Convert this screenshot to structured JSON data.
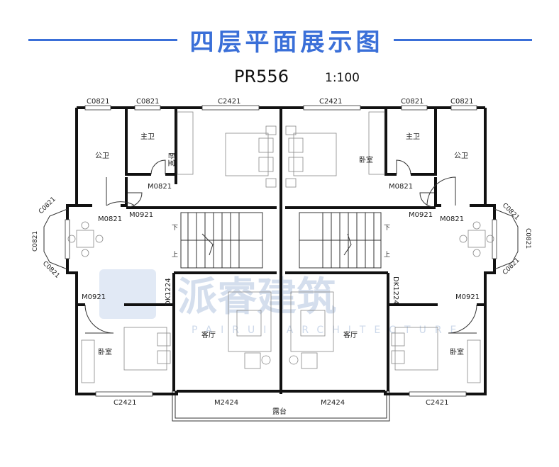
{
  "header": {
    "title": "四层平面展示图",
    "accent_color": "#3a6fd8"
  },
  "plan": {
    "code": "PR556",
    "scale": "1:100"
  },
  "labels": {
    "c0821": "C0821",
    "c2421": "C2421",
    "m0821": "M0821",
    "m0921": "M0921",
    "m2424": "M2424",
    "dk1224": "DK1224",
    "gongwei": "公卫",
    "zhuwei": "主卫",
    "woshi": "卧室",
    "keting": "客厅",
    "lutai": "露台",
    "xia": "下",
    "shang": "上"
  },
  "watermark": {
    "text": "派睿建筑",
    "sub": "PAIRUI ARCHITECTURE"
  }
}
